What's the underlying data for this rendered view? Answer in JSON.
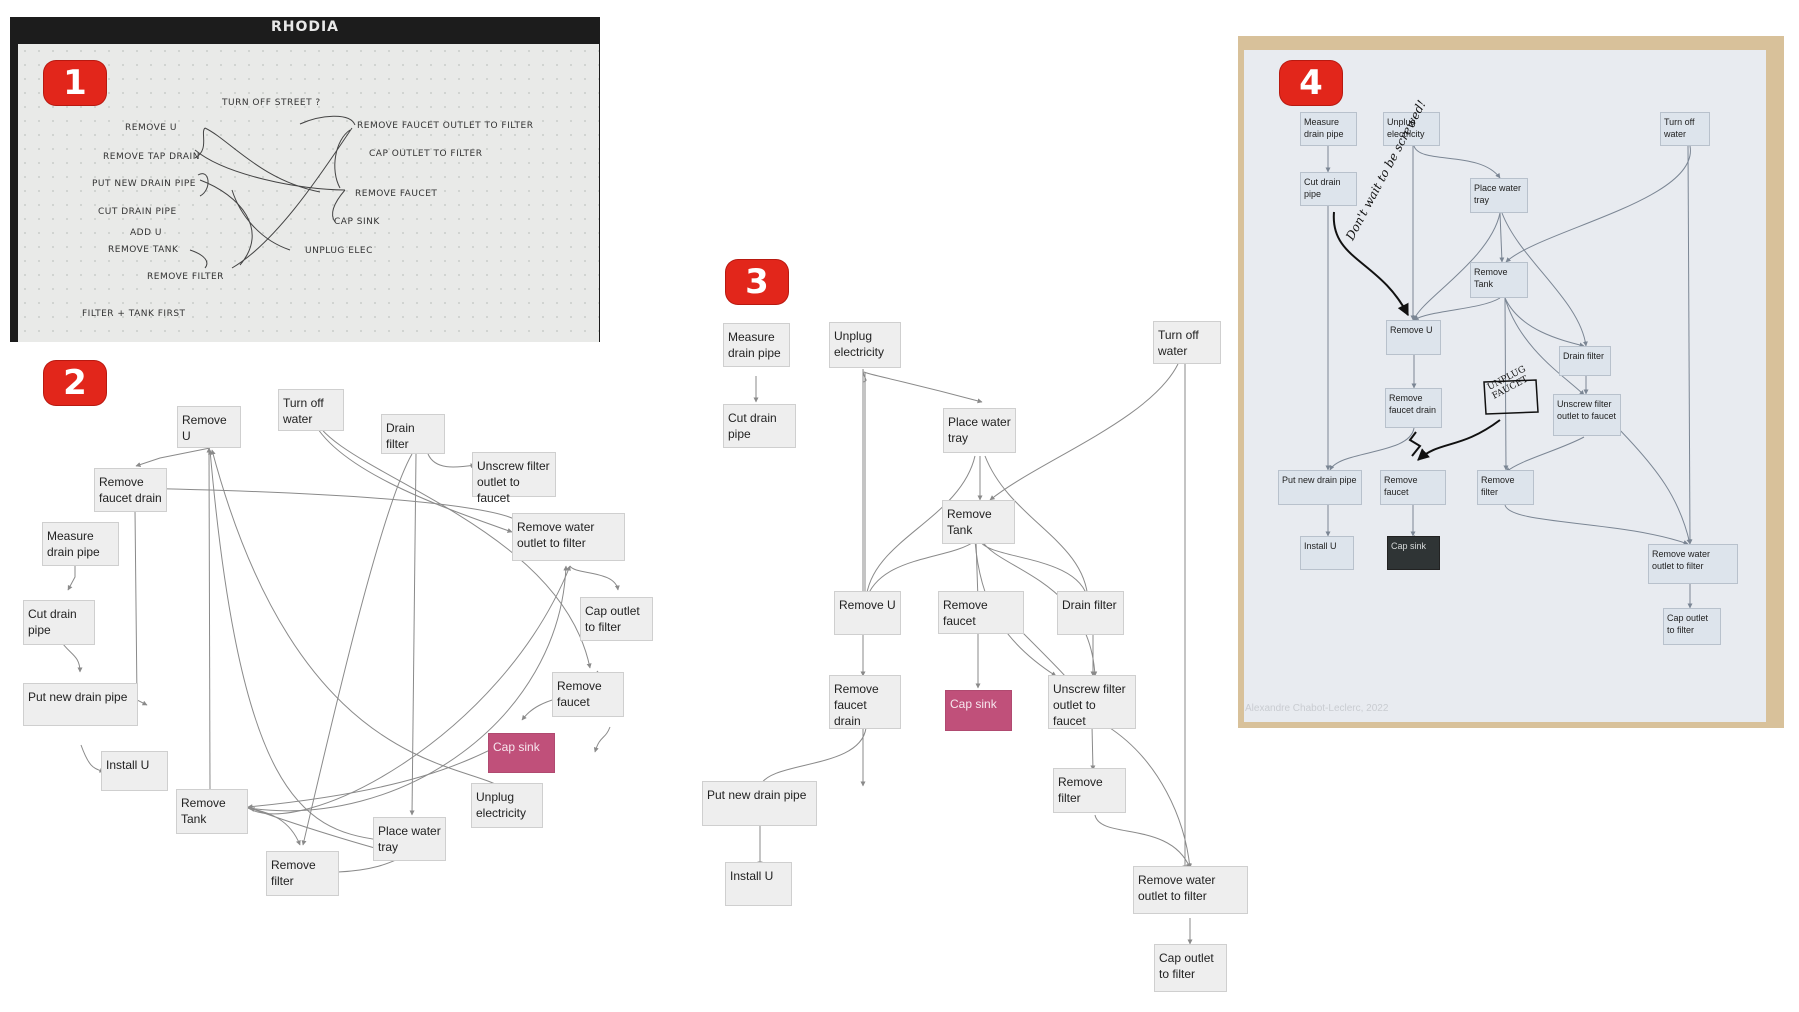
{
  "badges": [
    "1",
    "2",
    "3",
    "4"
  ],
  "sketch": {
    "brand": "RHODIA",
    "items": [
      "REMOVE U",
      "REMOVE TAP DRAIN",
      "PUT NEW DRAIN PIPE",
      "CUT DRAIN PIPE",
      "ADD U",
      "REMOVE TANK",
      "REMOVE FILTER",
      "TURN OFF STREET ?",
      "REMOVE FAUCET OUTLET TO FILTER",
      "CAP OUTLET TO FILTER",
      "REMOVE FAUCET",
      "CAP SINK",
      "UNPLUG ELEC",
      "FILTER + TANK FIRST"
    ]
  },
  "diagram2": {
    "nodes": [
      {
        "id": "remove-u",
        "label": "Remove U"
      },
      {
        "id": "turn-off-water",
        "label": "Turn off water"
      },
      {
        "id": "drain-filter",
        "label": "Drain filter"
      },
      {
        "id": "unscrew-filter-outlet",
        "label": "Unscrew filter outlet to faucet"
      },
      {
        "id": "remove-faucet-drain",
        "label": "Remove faucet drain"
      },
      {
        "id": "remove-water-outlet",
        "label": "Remove water outlet to filter"
      },
      {
        "id": "measure-drain-pipe",
        "label": "Measure drain pipe"
      },
      {
        "id": "cut-drain-pipe",
        "label": "Cut drain pipe"
      },
      {
        "id": "cap-outlet",
        "label": "Cap outlet to filter"
      },
      {
        "id": "put-new-drain-pipe",
        "label": "Put new drain pipe"
      },
      {
        "id": "remove-faucet",
        "label": "Remove faucet"
      },
      {
        "id": "cap-sink",
        "label": "Cap sink"
      },
      {
        "id": "install-u",
        "label": "Install U"
      },
      {
        "id": "unplug-electricity",
        "label": "Unplug electricity"
      },
      {
        "id": "remove-tank",
        "label": "Remove Tank"
      },
      {
        "id": "place-water-tray",
        "label": "Place water tray"
      },
      {
        "id": "remove-filter",
        "label": "Remove filter"
      }
    ]
  },
  "diagram3": {
    "nodes": [
      {
        "id": "measure-drain-pipe",
        "label": "Measure drain pipe"
      },
      {
        "id": "unplug-electricity",
        "label": "Unplug electricity"
      },
      {
        "id": "turn-off-water",
        "label": "Turn off water"
      },
      {
        "id": "cut-drain-pipe",
        "label": "Cut drain pipe"
      },
      {
        "id": "place-water-tray",
        "label": "Place water tray"
      },
      {
        "id": "remove-tank",
        "label": "Remove Tank"
      },
      {
        "id": "remove-u",
        "label": "Remove U"
      },
      {
        "id": "remove-faucet",
        "label": "Remove faucet"
      },
      {
        "id": "drain-filter",
        "label": "Drain filter"
      },
      {
        "id": "remove-faucet-drain",
        "label": "Remove faucet drain"
      },
      {
        "id": "cap-sink",
        "label": "Cap sink"
      },
      {
        "id": "unscrew-filter-outlet",
        "label": "Unscrew filter outlet to faucet"
      },
      {
        "id": "remove-filter",
        "label": "Remove filter"
      },
      {
        "id": "put-new-drain-pipe",
        "label": "Put new drain pipe"
      },
      {
        "id": "install-u",
        "label": "Install U"
      },
      {
        "id": "remove-water-outlet",
        "label": "Remove water outlet to filter"
      },
      {
        "id": "cap-outlet",
        "label": "Cap outlet to filter"
      }
    ]
  },
  "diagram4": {
    "nodes": [
      {
        "id": "measure-drain-pipe",
        "label": "Measure drain pipe"
      },
      {
        "id": "unplug-electricity",
        "label": "Unplug electricity"
      },
      {
        "id": "turn-off-water",
        "label": "Turn off water"
      },
      {
        "id": "cut-drain-pipe",
        "label": "Cut drain pipe"
      },
      {
        "id": "place-water-tray",
        "label": "Place water tray"
      },
      {
        "id": "remove-tank",
        "label": "Remove Tank"
      },
      {
        "id": "remove-u",
        "label": "Remove U"
      },
      {
        "id": "drain-filter",
        "label": "Drain filter"
      },
      {
        "id": "remove-faucet-drain",
        "label": "Remove faucet drain"
      },
      {
        "id": "unscrew-filter-outlet",
        "label": "Unscrew filter outlet to faucet"
      },
      {
        "id": "put-new-drain-pipe",
        "label": "Put new drain pipe"
      },
      {
        "id": "remove-faucet",
        "label": "Remove faucet"
      },
      {
        "id": "remove-filter",
        "label": "Remove filter"
      },
      {
        "id": "install-u",
        "label": "Install U"
      },
      {
        "id": "cap-sink",
        "label": "Cap sink"
      },
      {
        "id": "remove-water-outlet",
        "label": "Remove water outlet to filter"
      },
      {
        "id": "cap-outlet",
        "label": "Cap outlet to filter"
      }
    ],
    "annotations": [
      "Don't wait to be screwed!",
      "UNPLUG FAUCET"
    ],
    "credit": "Alexandre Chabot-Leclerc, 2022"
  }
}
